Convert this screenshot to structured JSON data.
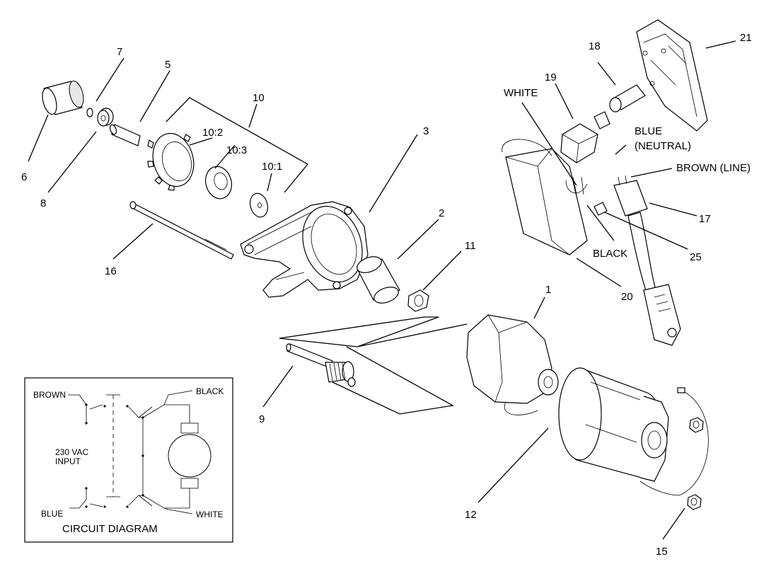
{
  "callouts": {
    "n1": "1",
    "n2": "2",
    "n3": "3",
    "n5": "5",
    "n6": "6",
    "n7": "7",
    "n8": "8",
    "n9": "9",
    "n10": "10",
    "n10_1": "10:1",
    "n10_2": "10:2",
    "n10_3": "10:3",
    "n11": "11",
    "n12": "12",
    "n15": "15",
    "n16": "16",
    "n17": "17",
    "n18": "18",
    "n19": "19",
    "n20": "20",
    "n21": "21",
    "n25": "25"
  },
  "wire_labels": {
    "white": "WHITE",
    "blue_line1": "BLUE",
    "blue_line2": "(NEUTRAL)",
    "brown_line": "BROWN (LINE)",
    "black": "BLACK"
  },
  "circuit": {
    "title": "CIRCUIT DIAGRAM",
    "brown": "BROWN",
    "black": "BLACK",
    "blue": "BLUE",
    "white": "WHITE",
    "input_line1": "230 VAC",
    "input_line2": "INPUT"
  }
}
